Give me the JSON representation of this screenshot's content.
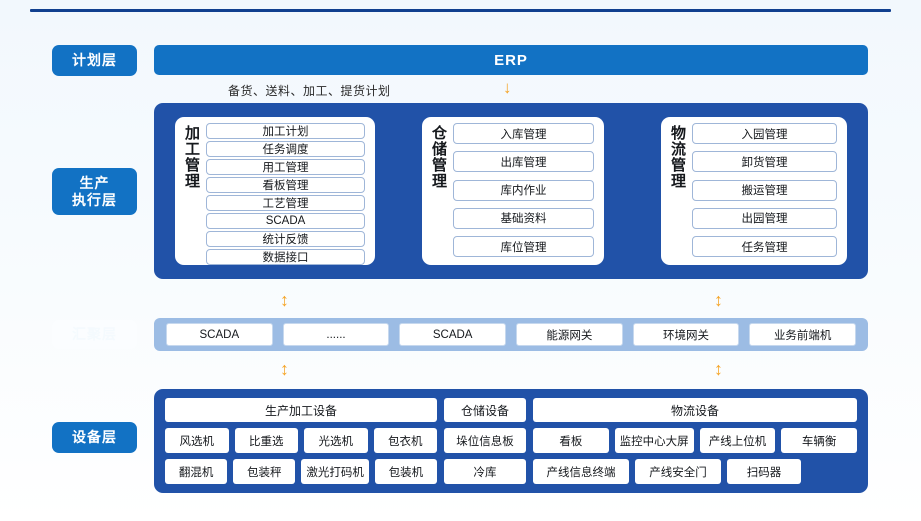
{
  "layers": {
    "plan": "计划层",
    "execution": "生产\n执行层",
    "execution_line1": "生产",
    "execution_line2": "执行层",
    "aggregation": "汇聚层",
    "equipment": "设备层"
  },
  "erp": {
    "title": "ERP",
    "caption": "备货、送料、加工、提货计划",
    "arrow": "↓"
  },
  "execution_groups": [
    {
      "title": "加工管理",
      "items": [
        "加工计划",
        "任务调度",
        "用工管理",
        "看板管理",
        "工艺管理",
        "SCADA",
        "统计反馈",
        "数据接口"
      ]
    },
    {
      "title": "仓储管理",
      "items": [
        "入库管理",
        "出库管理",
        "库内作业",
        "基础资料",
        "库位管理"
      ]
    },
    {
      "title": "物流管理",
      "items": [
        "入园管理",
        "卸货管理",
        "搬运管理",
        "出园管理",
        "任务管理"
      ]
    }
  ],
  "arrows": {
    "bidirectional": "↕"
  },
  "aggregation_items": [
    "SCADA",
    "......",
    "SCADA",
    "能源网关",
    "环境网关",
    "业务前端机"
  ],
  "equipment": {
    "production": {
      "header": "生产加工设备",
      "row1": [
        "风选机",
        "比重选",
        "光选机",
        "包衣机"
      ],
      "row2": [
        "翻混机",
        "包装秤",
        "激光打码机",
        "包装机"
      ]
    },
    "warehouse": {
      "header": "仓储设备",
      "row1": [
        "垛位信息板"
      ],
      "row2": [
        "冷库"
      ]
    },
    "logistics": {
      "header": "物流设备",
      "row1": [
        "看板",
        "监控中心大屏",
        "产线上位机",
        "车辆衡"
      ],
      "row2": [
        "产线信息终端",
        "产线安全门",
        "扫码器"
      ]
    }
  },
  "colors": {
    "primary_blue": "#1272c4",
    "panel_blue": "#2152a8",
    "aggregation_blue": "#9cbce4",
    "accent_orange": "#f5a528",
    "rule_blue": "#11408f"
  }
}
